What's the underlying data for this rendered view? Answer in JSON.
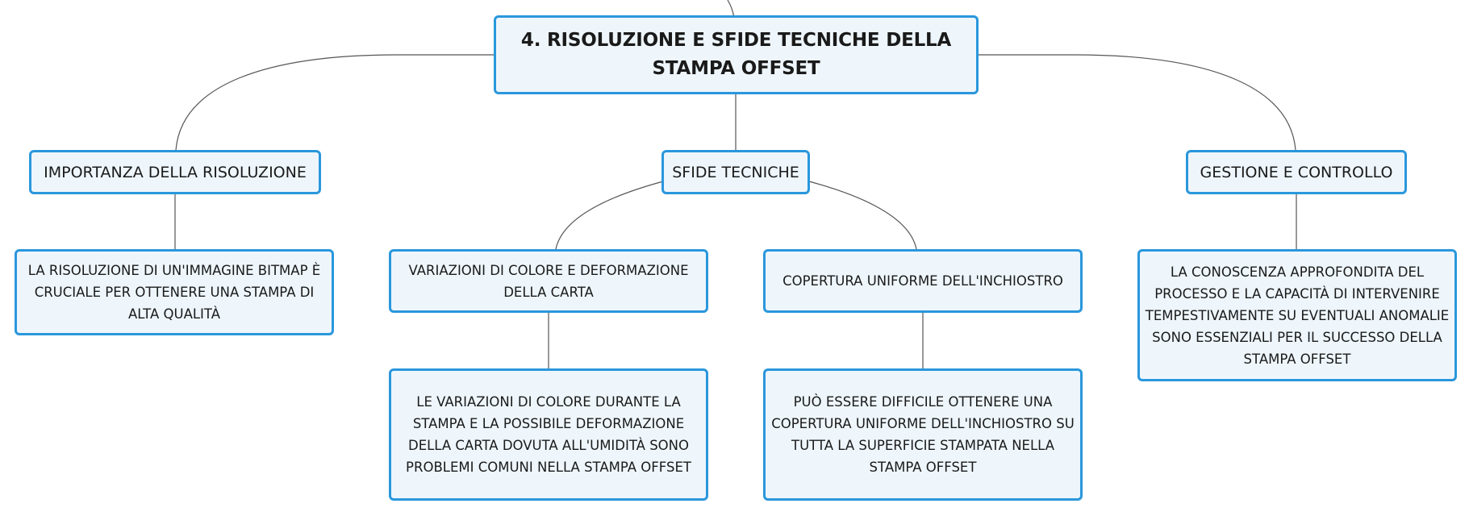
{
  "diagram": {
    "type": "mind-map",
    "root": {
      "label": "4. RISOLUZIONE E SFIDE TECNICHE DELLA STAMPA OFFSET"
    },
    "branches": [
      {
        "label": "IMPORTANZA DELLA RISOLUZIONE",
        "children": [
          {
            "label": "LA RISOLUZIONE DI UN'IMMAGINE BITMAP È CRUCIALE PER OTTENERE UNA STAMPA DI ALTA QUALITÀ"
          }
        ]
      },
      {
        "label": "SFIDE TECNICHE",
        "children": [
          {
            "label": "VARIAZIONI DI COLORE E DEFORMAZIONE DELLA CARTA",
            "children": [
              {
                "label": "LE VARIAZIONI DI COLORE DURANTE LA STAMPA E LA POSSIBILE DEFORMAZIONE DELLA CARTA DOVUTA ALL'UMIDITÀ SONO PROBLEMI COMUNI NELLA STAMPA OFFSET"
              }
            ]
          },
          {
            "label": "COPERTURA UNIFORME DELL'INCHIOSTRO",
            "children": [
              {
                "label": "PUÒ ESSERE DIFFICILE OTTENERE UNA COPERTURA UNIFORME DELL'INCHIOSTRO SU TUTTA LA SUPERFICIE STAMPATA NELLA STAMPA OFFSET"
              }
            ]
          }
        ]
      },
      {
        "label": "GESTIONE E CONTROLLO",
        "children": [
          {
            "label": "LA CONOSCENZA APPROFONDITA DEL PROCESSO E LA CAPACITÀ DI INTERVENIRE TEMPESTIVAMENTE SU EVENTUALI ANOMALIE SONO ESSENZIALI PER IL SUCCESSO DELLA STAMPA OFFSET"
          }
        ]
      }
    ],
    "colors": {
      "node_border": "#2a97dc",
      "node_fill": "#eef6fc",
      "connector": "#555555",
      "text": "#1a1a1a"
    }
  }
}
